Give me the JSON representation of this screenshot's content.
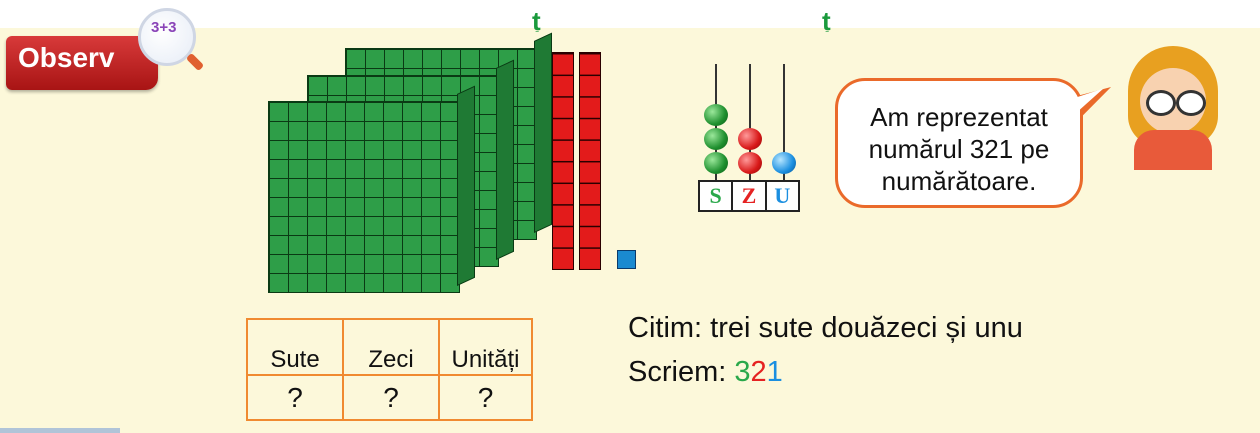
{
  "header_fragment": {
    "text": "ț"
  },
  "observ": {
    "label": "Observ",
    "lens_text": "3+3"
  },
  "abacus": {
    "labels": [
      "S",
      "Z",
      "U"
    ],
    "counts": [
      3,
      2,
      1
    ]
  },
  "bubble": {
    "lines": [
      "Am reprezentat",
      "numărul 321 pe",
      "numărătoare."
    ]
  },
  "table": {
    "headers": [
      "Sute",
      "Zeci",
      "Unități"
    ],
    "values": [
      "?",
      "?",
      "?"
    ]
  },
  "reading": {
    "citim": "Citim: trei sute douăzeci și unu",
    "scriem_prefix": "Scriem: ",
    "digits": [
      "3",
      "2",
      "1"
    ]
  },
  "colors": {
    "hundreds": "#2aa84a",
    "tens": "#e52222",
    "units": "#1b8fe0",
    "panel_bg": "#fcf8da",
    "accent_orange": "#f08a30"
  }
}
